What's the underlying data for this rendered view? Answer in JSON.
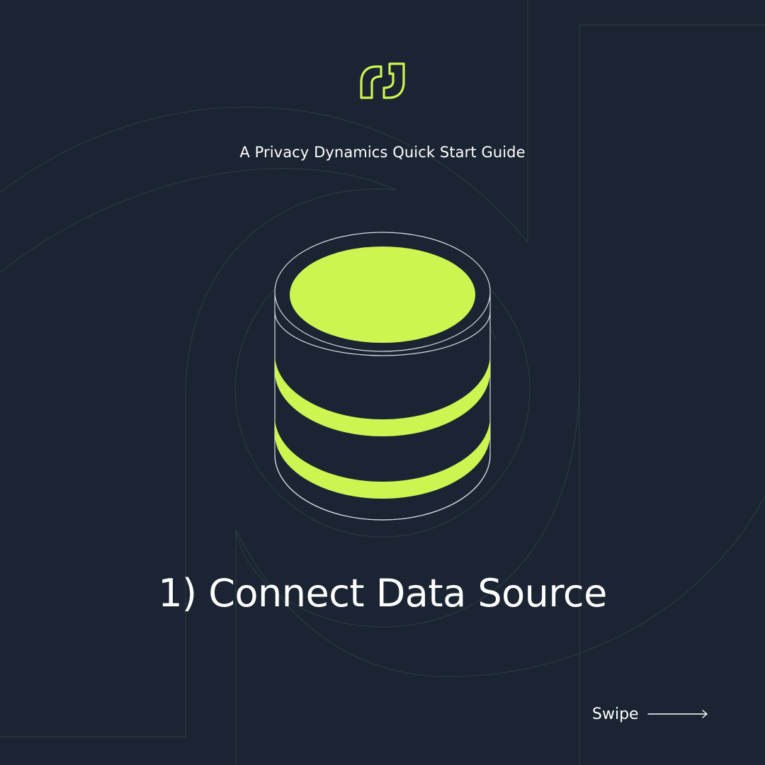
{
  "page": {
    "subtitle": "A Privacy Dynamics Quick Start Guide",
    "heading": "1) Connect Data Source",
    "swipe_label": "Swipe"
  },
  "icons": {
    "logo": "privacy-dynamics-logo",
    "illustration": "database-icon",
    "swipe": "arrow-right-icon"
  },
  "colors": {
    "background": "#1a2432",
    "accent": "#cdf551",
    "text": "#ffffff",
    "outline": "#d8dde3",
    "background_lines": "#2c3a40"
  }
}
